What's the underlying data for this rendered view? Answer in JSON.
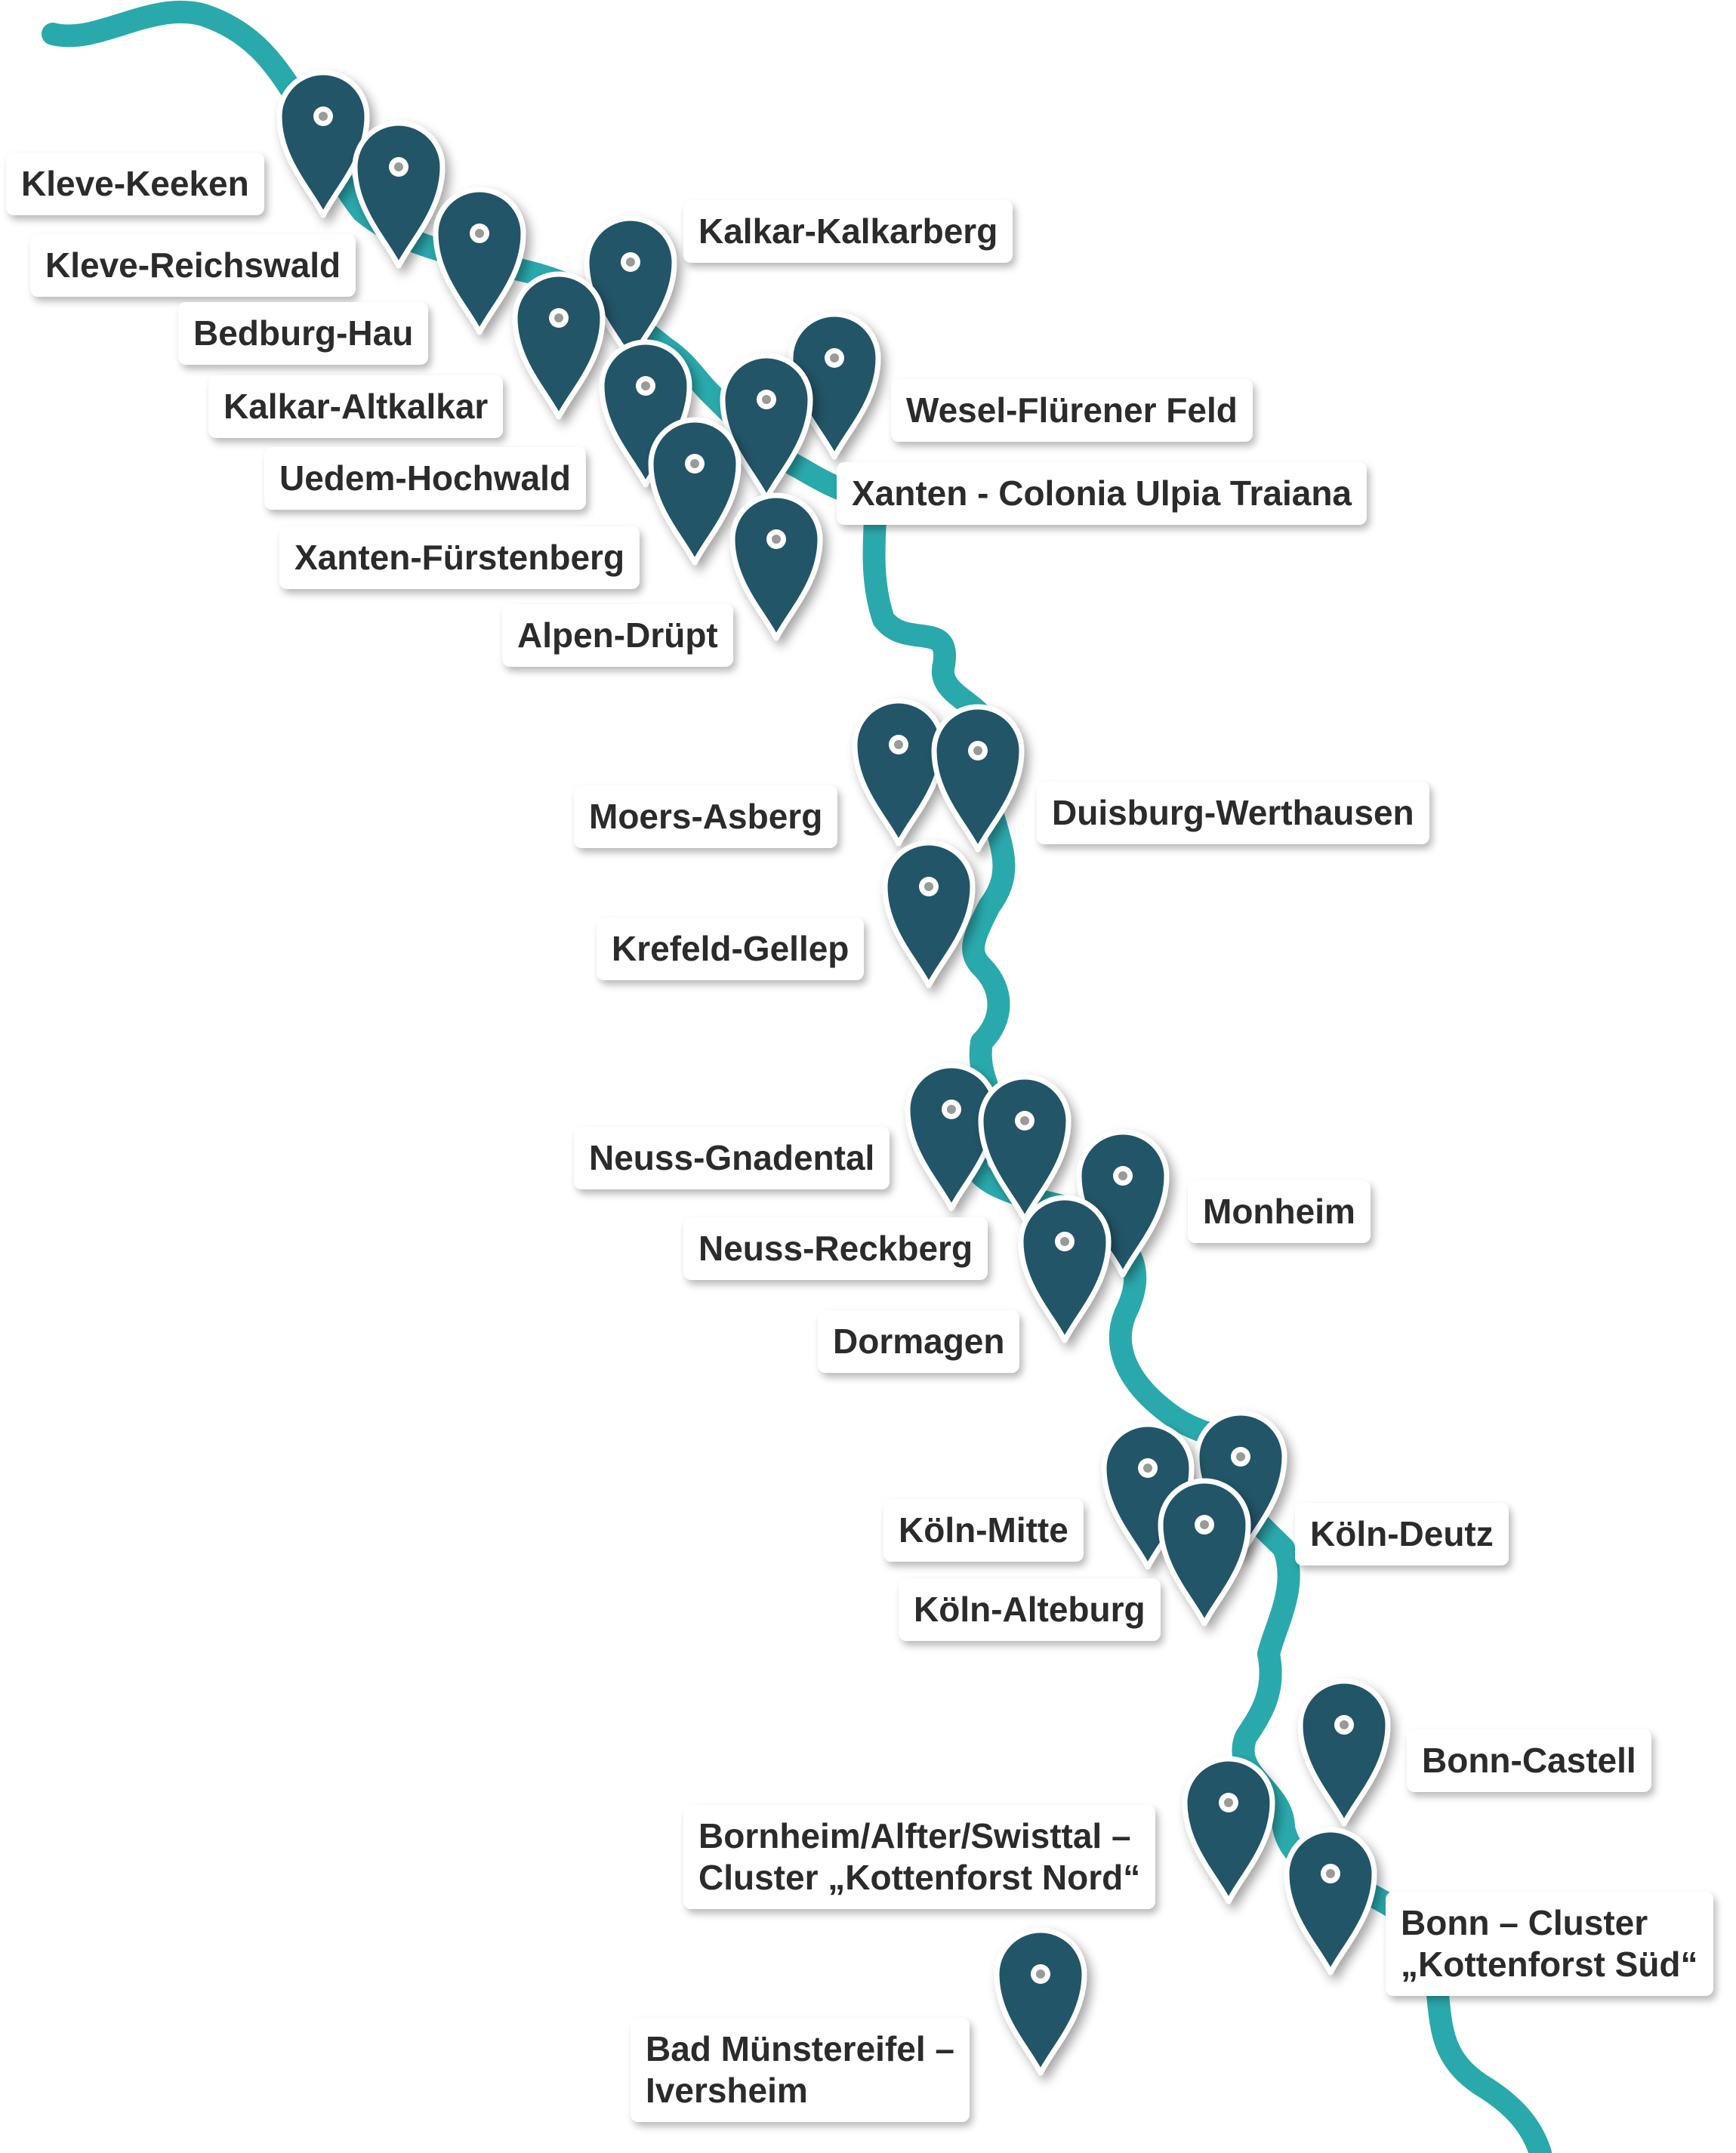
{
  "colors": {
    "river": "#2aa9ad",
    "pin": "#235468",
    "pin_outline": "#ffffff",
    "label_text": "#2b2b2b"
  },
  "icons": {
    "marker": "map-pin-icon"
  },
  "sites": [
    {
      "id": "kleve-keeken",
      "lines": [
        "Kleve-Keeken"
      ]
    },
    {
      "id": "kleve-reichswald",
      "lines": [
        "Kleve-Reichswald"
      ]
    },
    {
      "id": "kalkar-kalkarberg",
      "lines": [
        "Kalkar-Kalkarberg"
      ]
    },
    {
      "id": "bedburg-hau",
      "lines": [
        "Bedburg-Hau"
      ]
    },
    {
      "id": "kalkar-altkalkar",
      "lines": [
        "Kalkar-Altkalkar"
      ]
    },
    {
      "id": "wesel-flurener-feld",
      "lines": [
        "Wesel-Flürener Feld"
      ]
    },
    {
      "id": "uedem-hochwald",
      "lines": [
        "Uedem-Hochwald"
      ]
    },
    {
      "id": "xanten-colonia-ulpia-traiana",
      "lines": [
        "Xanten - Colonia Ulpia Traiana"
      ]
    },
    {
      "id": "xanten-furstenberg",
      "lines": [
        "Xanten-Fürstenberg"
      ]
    },
    {
      "id": "alpen-drupt",
      "lines": [
        "Alpen-Drüpt"
      ]
    },
    {
      "id": "moers-asberg",
      "lines": [
        "Moers-Asberg"
      ]
    },
    {
      "id": "duisburg-werthausen",
      "lines": [
        "Duisburg-Werthausen"
      ]
    },
    {
      "id": "krefeld-gellep",
      "lines": [
        "Krefeld-Gellep"
      ]
    },
    {
      "id": "neuss-gnadental",
      "lines": [
        "Neuss-Gnadental"
      ]
    },
    {
      "id": "monheim",
      "lines": [
        "Monheim"
      ]
    },
    {
      "id": "neuss-reckberg",
      "lines": [
        "Neuss-Reckberg"
      ]
    },
    {
      "id": "dormagen",
      "lines": [
        "Dormagen"
      ]
    },
    {
      "id": "koln-mitte",
      "lines": [
        "Köln-Mitte"
      ]
    },
    {
      "id": "koln-deutz",
      "lines": [
        "Köln-Deutz"
      ]
    },
    {
      "id": "koln-alteburg",
      "lines": [
        "Köln-Alteburg"
      ]
    },
    {
      "id": "bonn-castell",
      "lines": [
        "Bonn-Castell"
      ]
    },
    {
      "id": "bornheim-kottenforst-nord",
      "lines": [
        "Bornheim/Alfter/Swisttal –",
        "Cluster „Kottenforst Nord“"
      ]
    },
    {
      "id": "bonn-kottenforst-sud",
      "lines": [
        "Bonn – Cluster",
        "„Kottenforst Süd“"
      ]
    },
    {
      "id": "bad-munstereifel-iversheim",
      "lines": [
        "Bad Münstereifel –",
        "Iversheim"
      ]
    }
  ]
}
